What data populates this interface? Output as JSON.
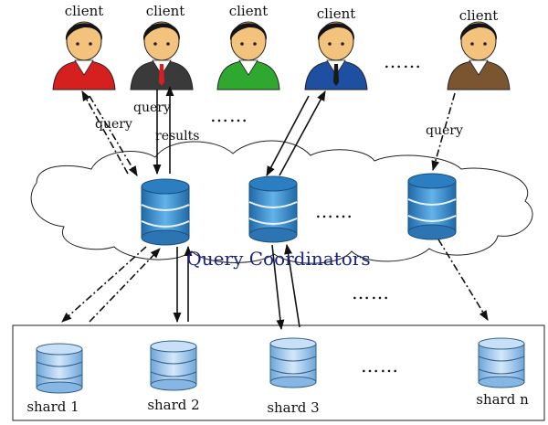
{
  "clients": [
    {
      "label": "client",
      "shirt": "#d62020"
    },
    {
      "label": "client",
      "shirt": "#3a3a3a"
    },
    {
      "label": "client",
      "shirt": "#2fa82f"
    },
    {
      "label": "client",
      "shirt": "#1f4fa0"
    },
    {
      "label": "client",
      "shirt": "#7a5530"
    }
  ],
  "arrow_labels": {
    "query_left": "query",
    "query_mid": "query",
    "results": "results",
    "query_right": "query"
  },
  "coordinators_label": "Query Coordinators",
  "ellipsis": "……",
  "shards": [
    "shard 1",
    "shard 2",
    "shard 3",
    "shard n"
  ],
  "colors": {
    "db_top": "#2b7fc0",
    "db_body": "#5aa7e0",
    "shard_body": "#a9cdf2",
    "skin": "#f3c27c",
    "hair": "#141414"
  }
}
